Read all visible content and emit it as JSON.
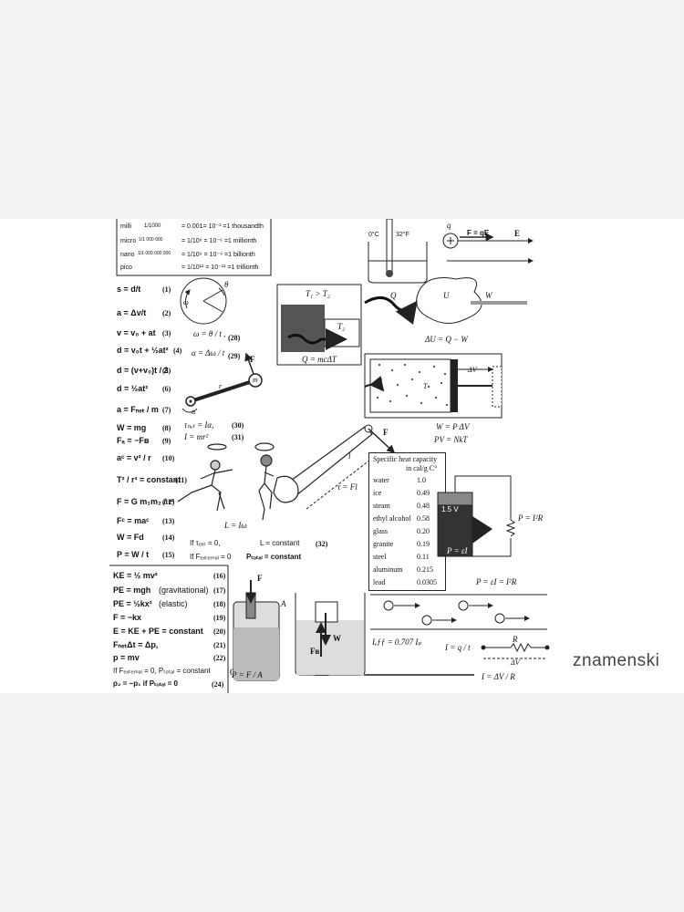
{
  "prefixes": [
    {
      "name": "milli",
      "frac": "1/1000",
      "value": "= 0.001= 10⁻³ =1 thousandth"
    },
    {
      "name": "micro",
      "frac": "1/1 000 000",
      "value": "= 1/10⁶ = 10⁻⁶ =1 millionth"
    },
    {
      "name": "nano",
      "frac": "1/1 000 000 000",
      "value": "= 1/10⁹ = 10⁻⁹ =1 billionth"
    },
    {
      "name": "pico",
      "frac": "",
      "value": "= 1/10¹² = 10⁻¹² =1 trillionth"
    }
  ],
  "mechanics": [
    {
      "f": "s = d/t",
      "n": "(1)"
    },
    {
      "f": "a = Δv/t",
      "n": "(2)"
    },
    {
      "f": "v = v₀ + at",
      "n": "(3)"
    },
    {
      "f": "d = v₀t + ½at²",
      "n": "(4)"
    },
    {
      "f": "d = (v+v₀)t / 2",
      "n": "(5)"
    },
    {
      "f": "d = ½at²",
      "n": "(6)"
    },
    {
      "f": "a = Fₙₑₜ / m",
      "n": "(7)"
    },
    {
      "f": "W = mg",
      "n": "(8)"
    },
    {
      "f": "Fₐ = −Fʙ",
      "n": "(9)"
    },
    {
      "f": "aᶜ = v² / r",
      "n": "(10)"
    },
    {
      "f": "T² / r³ = constant",
      "n": "(11)"
    },
    {
      "f": "F = G m₁m₂ / r²",
      "n": "(12)"
    },
    {
      "f": "Fᶜ = maᶜ",
      "n": "(13)"
    },
    {
      "f": "W = Fd",
      "n": "(14)"
    },
    {
      "f": "P = W / t",
      "n": "(15)"
    }
  ],
  "energy": [
    {
      "f": "KE = ½ mv²",
      "note": "",
      "n": "(16)"
    },
    {
      "f": "PE = mgh",
      "note": "(gravitational)",
      "n": "(17)"
    },
    {
      "f": "PE = ½kx²",
      "note": "(elastic)",
      "n": "(18)"
    },
    {
      "f": "F = −kx",
      "note": "",
      "n": "(19)"
    },
    {
      "f": "E = KE + PE = constant",
      "note": "",
      "n": "(20)"
    },
    {
      "f": "FₙₑₜΔt = Δp,",
      "note": "",
      "n": "(21)"
    },
    {
      "f": "p = mv",
      "note": "",
      "n": "(22)"
    },
    {
      "f": "If Fₑₓₜₑᵣₙₐₗ = 0,  Pₜₒₜₐₗ = constant",
      "note": "",
      "n": "(23)"
    },
    {
      "f": "p₂ = −p₁  if  Pₜₒₜₐₗ = 0",
      "note": "",
      "n": "(24)"
    }
  ],
  "rotation": {
    "omega": "ω = θ / t ,",
    "omega_n": "(28)",
    "alpha": "α = Δω / t",
    "alpha_n": "(29)",
    "label_theta": "θ",
    "label_omega": "ω",
    "label_r": "r",
    "torque": "τₙₑₜ = Iα,",
    "torque_n": "(30)",
    "inertia": "I = mr²",
    "inertia_n": "(31)",
    "force": "F",
    "mass": "m",
    "alpha_sym": "α",
    "angular_momentum": "L = Iω",
    "cond1": "If τₑₓₜ = 0,",
    "cond1b": "L = constant",
    "cond_n": "(32)",
    "cond2": "If Fₑₓₜₑᵣₙₐₗ = 0",
    "cond2b": "Pₜₒₜₐₗ = constant",
    "wrench_torque": "τ = Fl",
    "wrench_l": "l",
    "wrench_F": "F"
  },
  "heat": {
    "t_cmp": "T₁ > T₂",
    "t2": "T₂",
    "q_formula": "Q = mcΔT",
    "celsius": "0°C",
    "fahrenheit": "32°F",
    "Q": "Q",
    "U": "U",
    "W": "W",
    "first_law": "ΔU = Q − W",
    "dV": "ΔV",
    "T": "T",
    "work": "W = P ΔV",
    "gas": "PV = NkT"
  },
  "specific_heat": {
    "title": "Specific heat capacity",
    "unit": "in cal/g C°",
    "rows": [
      {
        "m": "water",
        "v": "1.0"
      },
      {
        "m": "ice",
        "v": "0.49"
      },
      {
        "m": "steam",
        "v": "0.48"
      },
      {
        "m": "ethyl alcohol",
        "v": "0.58"
      },
      {
        "m": "glass",
        "v": "0.20"
      },
      {
        "m": "granite",
        "v": "0.19"
      },
      {
        "m": "steel",
        "v": "0.11"
      },
      {
        "m": "aluminum",
        "v": "0.215"
      },
      {
        "m": "lead",
        "v": "0.0305"
      }
    ]
  },
  "electric": {
    "q": "q",
    "force": "F = qE",
    "E": "E",
    "battery": "1.5 V",
    "power": "P = I²R",
    "power2": "P = εI",
    "power3": "P = εI = I²R",
    "ieff": "Iₑƒƒ = 0.707  Iₚ",
    "current": "I = q / t",
    "R": "R",
    "dV": "ΔV",
    "ohm": "I = ΔV / R"
  },
  "fluid": {
    "F": "F",
    "A": "A",
    "pressure": "P = F / A",
    "W": "W",
    "FB": "Fʙ"
  },
  "watermark": "znamenski"
}
